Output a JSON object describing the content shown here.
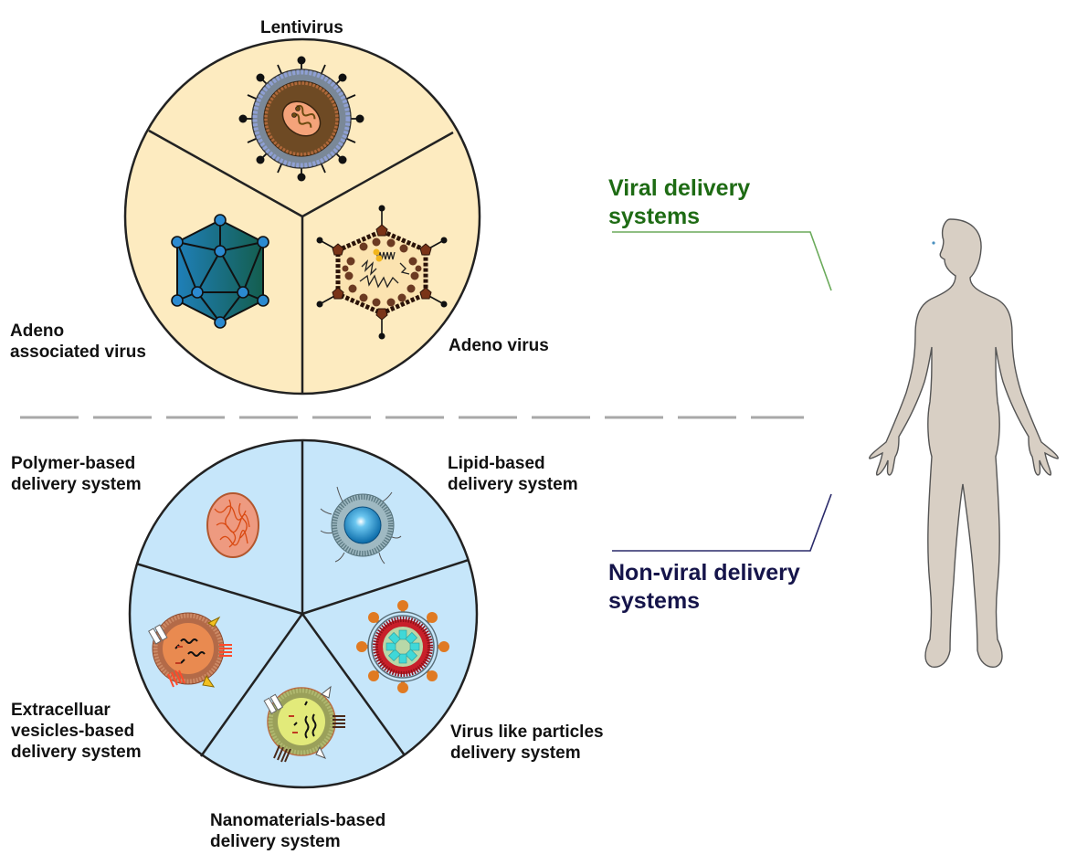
{
  "viral": {
    "title": "Viral delivery\nsystems",
    "color": "#1e6b14",
    "line_color": "#6aaa5a",
    "fill": "#fdebc0",
    "labels": {
      "lentivirus": "Lentivirus",
      "aav": "Adeno\nassociated virus",
      "adeno": "Adeno virus"
    }
  },
  "nonviral": {
    "title": "Non-viral delivery\nsystems",
    "color": "#15144a",
    "line_color": "#2a2a6a",
    "fill": "#c6e6fa",
    "labels": {
      "polymer": "Polymer-based\ndelivery system",
      "lipid": "Lipid-based\ndelivery system",
      "ev": "Extracelluar\nvesicles-based\ndelivery system",
      "vlp": "Virus like particles\ndelivery system",
      "nano": "Nanomaterials-based\ndelivery system"
    }
  },
  "divider_color": "#a8a8a8",
  "body_color": "#d8cfc4"
}
